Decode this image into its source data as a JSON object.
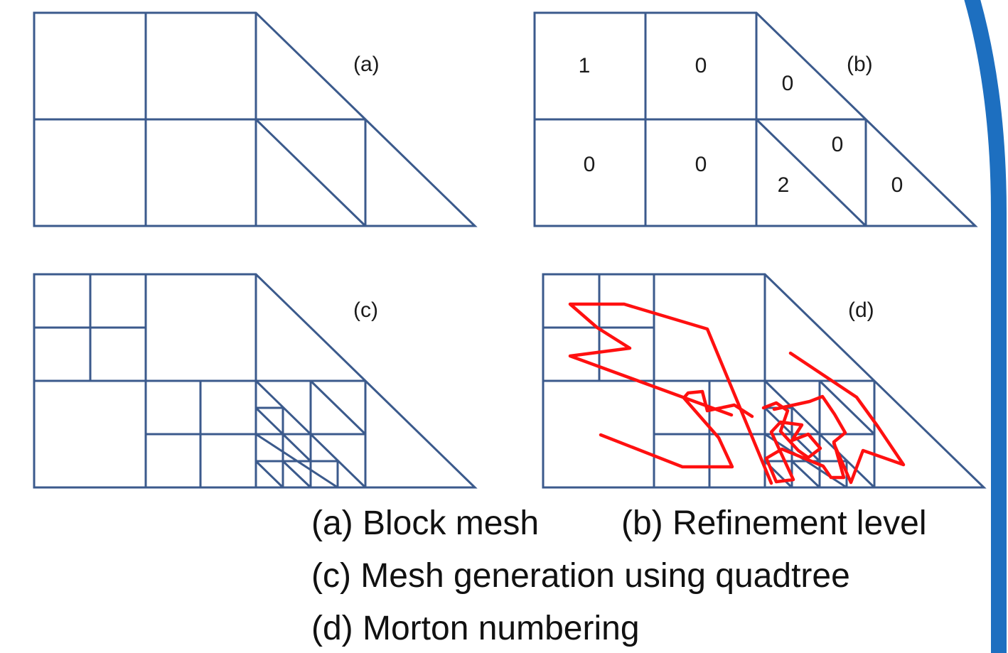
{
  "panels": {
    "a": {
      "label": "(a)"
    },
    "b": {
      "label": "(b)",
      "levels": [
        "1",
        "0",
        "0",
        "0",
        "0",
        "0",
        "2",
        "0"
      ]
    },
    "c": {
      "label": "(c)"
    },
    "d": {
      "label": "(d)"
    }
  },
  "caption": {
    "line1a": "(a) Block mesh",
    "line1b": "(b) Refinement level",
    "line2": "(c) Mesh generation using quadtree",
    "line3": "(d) Morton numbering"
  },
  "colors": {
    "mesh": "#3b5a8c",
    "morton_path": "#ff1010",
    "frame_border": "#1d6fc0"
  }
}
